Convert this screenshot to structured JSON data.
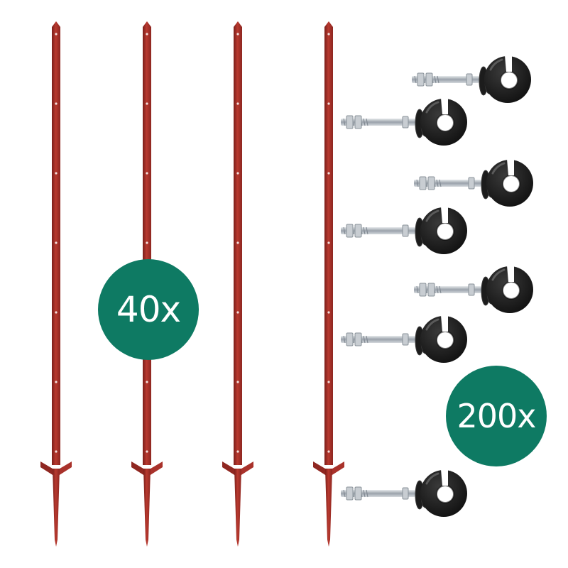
{
  "badges": {
    "posts_count": "40x",
    "insulators_count": "200x",
    "color": "#0e7a63"
  },
  "colors": {
    "post": "#a9322b",
    "post_shadow": "#7a1f1a",
    "insulator": "#1c1c1c",
    "bolt": "#b9bfc6"
  },
  "posts": [
    {
      "name": "fence-post-1"
    },
    {
      "name": "fence-post-2"
    },
    {
      "name": "fence-post-3"
    },
    {
      "name": "fence-post-4"
    }
  ],
  "insulators": [
    {
      "name": "ring-insulator-1"
    },
    {
      "name": "ring-insulator-2"
    },
    {
      "name": "ring-insulator-3"
    },
    {
      "name": "ring-insulator-4"
    },
    {
      "name": "ring-insulator-5"
    },
    {
      "name": "ring-insulator-6"
    },
    {
      "name": "ring-insulator-7"
    }
  ]
}
